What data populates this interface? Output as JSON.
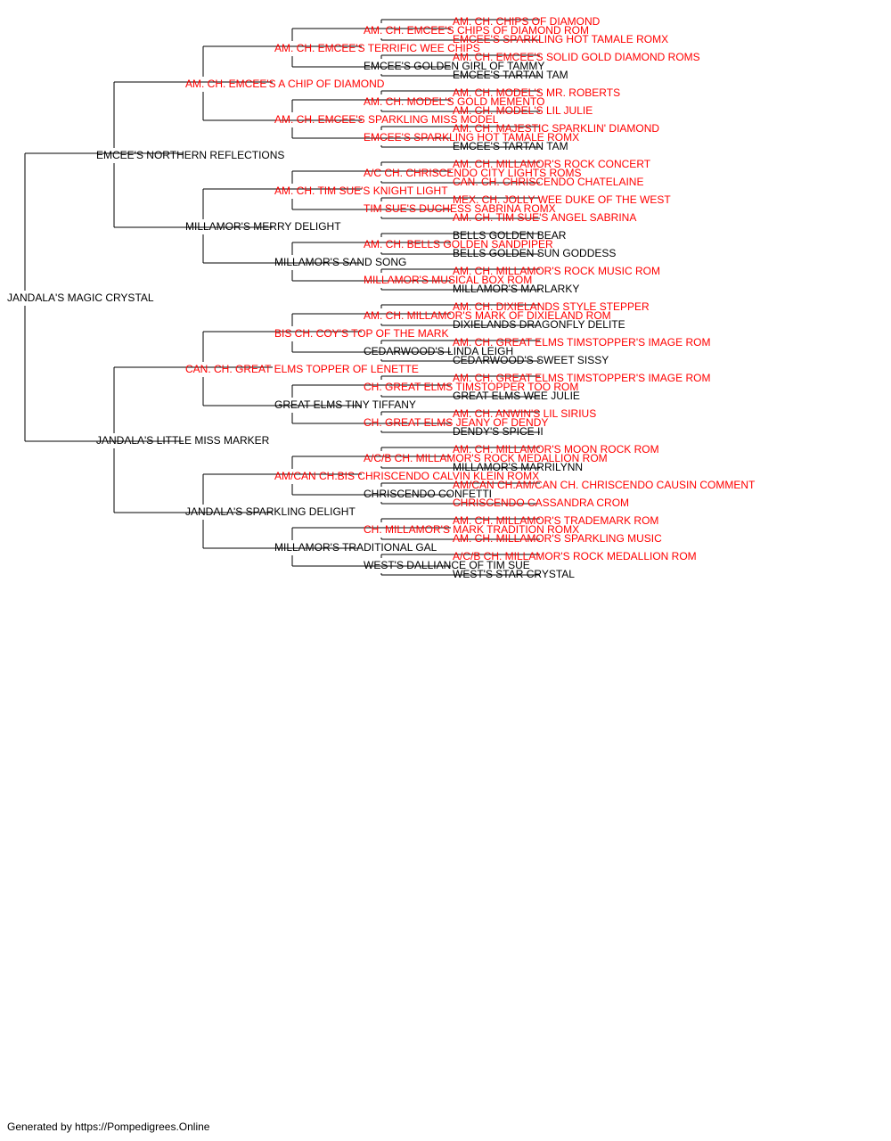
{
  "colors": {
    "champion": "#ff0000",
    "normal": "#000000",
    "line": "#000000"
  },
  "pedigree": {
    "subject": {
      "name": "JANDALA'S MAGIC CRYSTAL",
      "ch": false
    },
    "generations": [
      [
        {
          "name": "EMCEE'S NORTHERN REFLECTIONS",
          "ch": false
        },
        {
          "name": "JANDALA'S LITTLE MISS MARKER",
          "ch": false
        }
      ],
      [
        {
          "name": "AM. CH. EMCEE'S A CHIP OF DIAMOND",
          "ch": true
        },
        {
          "name": "MILLAMOR'S MERRY DELIGHT",
          "ch": false
        },
        {
          "name": "CAN. CH. GREAT ELMS TOPPER OF LENETTE",
          "ch": true
        },
        {
          "name": "JANDALA'S SPARKLING DELIGHT",
          "ch": false
        }
      ],
      [
        {
          "name": "AM. CH. EMCEE'S TERRIFIC WEE CHIPS",
          "ch": true
        },
        {
          "name": "AM. CH. EMCEE'S SPARKLING MISS MODEL",
          "ch": true
        },
        {
          "name": "AM. CH. TIM SUE'S KNIGHT LIGHT",
          "ch": true
        },
        {
          "name": "MILLAMOR'S SAND SONG",
          "ch": false
        },
        {
          "name": "BIS CH. COY'S TOP OF THE MARK",
          "ch": true
        },
        {
          "name": "GREAT ELMS TINY TIFFANY",
          "ch": false
        },
        {
          "name": "AM/CAN CH.BIS CHRISCENDO CALVIN KLEIN ROMX",
          "ch": true
        },
        {
          "name": "MILLAMOR'S TRADITIONAL GAL",
          "ch": false
        }
      ],
      [
        {
          "name": "AM. CH. EMCEE'S CHIPS OF DIAMOND ROM",
          "ch": true
        },
        {
          "name": "EMCEE'S GOLDEN GIRL OF TAMMY",
          "ch": false
        },
        {
          "name": "AM. CH. MODEL'S GOLD MEMENTO",
          "ch": true
        },
        {
          "name": "EMCEE'S SPARKLING HOT TAMALE ROMX",
          "ch": true
        },
        {
          "name": "A/C CH. CHRISCENDO CITY LIGHTS ROMS",
          "ch": true
        },
        {
          "name": "TIM SUE'S DUCHESS SABRINA ROMX",
          "ch": true
        },
        {
          "name": "AM. CH. BELLS GOLDEN SANDPIPER",
          "ch": true
        },
        {
          "name": "MILLAMOR'S MUSICAL BOX ROM",
          "ch": true
        },
        {
          "name": "AM. CH. MILLAMOR'S MARK OF DIXIELAND ROM",
          "ch": true
        },
        {
          "name": "CEDARWOOD'S LINDA LEIGH",
          "ch": false
        },
        {
          "name": "CH. GREAT ELMS TIMSTOPPER TOO ROM",
          "ch": true
        },
        {
          "name": "CH. GREAT ELMS JEANY OF DENDY",
          "ch": true
        },
        {
          "name": "A/C/B CH. MILLAMOR'S ROCK MEDALLION ROM",
          "ch": true
        },
        {
          "name": "CHRISCENDO CONFETTI",
          "ch": false
        },
        {
          "name": "CH. MILLAMOR'S MARK TRADITION ROMX",
          "ch": true
        },
        {
          "name": "WEST'S DALLIANCE OF TIM SUE",
          "ch": false
        }
      ],
      [
        {
          "name": "AM. CH. CHIPS OF DIAMOND",
          "ch": true
        },
        {
          "name": "EMCEE'S SPARKLING HOT TAMALE ROMX",
          "ch": true
        },
        {
          "name": "AM. CH. EMCEE'S SOLID GOLD DIAMOND ROMS",
          "ch": true
        },
        {
          "name": "EMCEE'S TARTAN TAM",
          "ch": false
        },
        {
          "name": "AM. CH. MODEL'S MR. ROBERTS",
          "ch": true
        },
        {
          "name": "AM. CH. MODEL'S LIL JULIE",
          "ch": true
        },
        {
          "name": "AM. CH. MAJESTIC SPARKLIN' DIAMOND",
          "ch": true
        },
        {
          "name": "EMCEE'S TARTAN TAM",
          "ch": false
        },
        {
          "name": "AM. CH. MILLAMOR'S ROCK CONCERT",
          "ch": true
        },
        {
          "name": "CAN. CH. CHRISCENDO CHATELAINE",
          "ch": true
        },
        {
          "name": "MEX. CH. JOLLY WEE DUKE OF THE WEST",
          "ch": true
        },
        {
          "name": "AM. CH. TIM SUE'S ANGEL SABRINA",
          "ch": true
        },
        {
          "name": "BELLS GOLDEN BEAR",
          "ch": false
        },
        {
          "name": "BELLS GOLDEN SUN GODDESS",
          "ch": false
        },
        {
          "name": "AM. CH. MILLAMOR'S ROCK MUSIC ROM",
          "ch": true
        },
        {
          "name": "MILLAMOR'S MARLARKY",
          "ch": false
        },
        {
          "name": "AM. CH. DIXIELANDS STYLE STEPPER",
          "ch": true
        },
        {
          "name": "DIXIELANDS DRAGONFLY DELITE",
          "ch": false
        },
        {
          "name": "AM. CH. GREAT ELMS TIMSTOPPER'S IMAGE ROM",
          "ch": true
        },
        {
          "name": "CEDARWOOD'S SWEET SISSY",
          "ch": false
        },
        {
          "name": "AM. CH. GREAT ELMS TIMSTOPPER'S IMAGE ROM",
          "ch": true
        },
        {
          "name": "GREAT ELMS WEE JULIE",
          "ch": false
        },
        {
          "name": "AM. CH. ANWIN'S LIL SIRIUS",
          "ch": true
        },
        {
          "name": "DENDY'S SPICE II",
          "ch": false
        },
        {
          "name": "AM. CH. MILLAMOR'S MOON ROCK ROM",
          "ch": true
        },
        {
          "name": "MILLAMOR'S MARRILYNN",
          "ch": false
        },
        {
          "name": "AM/CAN CH.AM/CAN CH. CHRISCENDO CAUSIN COMMENT",
          "ch": true
        },
        {
          "name": "CHRISCENDO CASSANDRA CROM",
          "ch": true
        },
        {
          "name": "AM. CH. MILLAMOR'S TRADEMARK ROM",
          "ch": true
        },
        {
          "name": "AM. CH. MILLAMOR'S SPARKLING MUSIC",
          "ch": true
        },
        {
          "name": "A/C/B CH. MILLAMOR'S ROCK MEDALLION ROM",
          "ch": true
        },
        {
          "name": "WEST'S STAR CRYSTAL",
          "ch": false
        }
      ]
    ]
  },
  "footer": "Generated by https://Pompedigrees.Online"
}
